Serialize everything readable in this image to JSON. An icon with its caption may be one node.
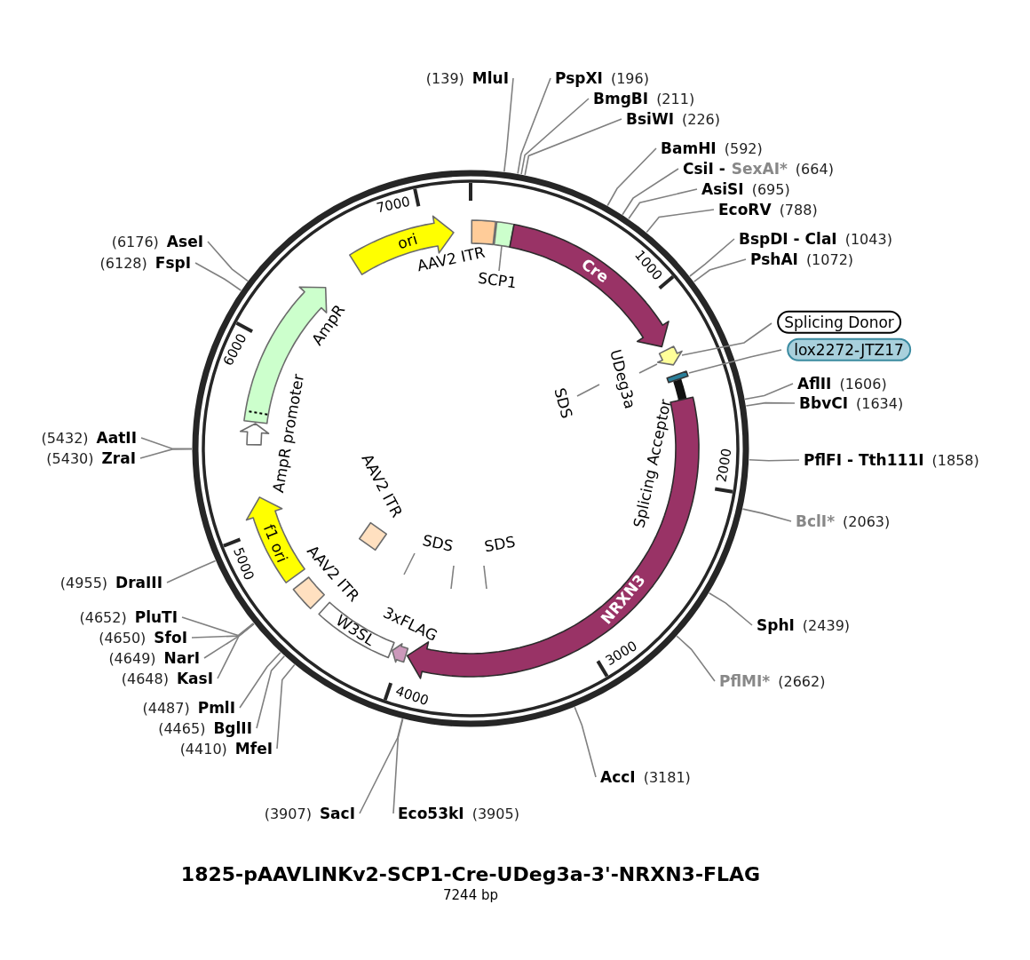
{
  "diagram": {
    "title": "1825-pAAVLINKv2-SCP1-Cre-UDeg3a-3'-NRXN3-FLAG",
    "caption": "7244 bp",
    "nodes": [
      {
        "text": [
          "ori"
        ]
      },
      {
        "text": [
          "AAV2 ITR"
        ]
      },
      {
        "text": [],
        "shape": "box"
      },
      {
        "text": [
          "SCP1"
        ]
      },
      {
        "text": [
          "Cre"
        ]
      },
      {
        "text": [],
        "shape": "arrow"
      },
      {
        "text": [
          "Splicing Donor"
        ]
      },
      {
        "text": [],
        "shape": "box"
      },
      {
        "text": [
          "lox2272-JTZ17"
        ]
      },
      {
        "text": [
          "UDeg3a"
        ]
      },
      {
        "text": [
          "SDS"
        ]
      },
      {
        "text": [
          "Splicing Acceptor"
        ]
      },
      {
        "text": [
          "NRXN3"
        ]
      },
      {
        "text": [
          "3xFLAG"
        ]
      },
      {
        "text": [
          "W3SL"
        ]
      },
      {
        "text": [
          "AAV2 ITR"
        ]
      },
      {
        "text": [
          "f1 ori"
        ]
      },
      {
        "text": [
          "AmpR promoter"
        ]
      },
      {
        "text": [
          "AmpR"
        ]
      },
      {
        "text": [
          "AAV2 ITR"
        ]
      },
      {
        "text": [
          "SDS"
        ]
      },
      {
        "text": [
          "SDS"
        ]
      },
      {
        "text": [
          "MluI"
        ],
        "beside": [
          "(139)"
        ]
      },
      {
        "text": [
          "PspXI"
        ],
        "beside": [
          "(196)"
        ]
      },
      {
        "text": [
          "BmgBI"
        ],
        "beside": [
          "(211)"
        ]
      },
      {
        "text": [
          "BsiWI"
        ],
        "beside": [
          "(226)"
        ]
      },
      {
        "text": [
          "BamHI"
        ],
        "beside": [
          "(592)"
        ]
      },
      {
        "text": [
          "CsiI -",
          "SexAI*"
        ],
        "beside": [
          "(664)"
        ]
      },
      {
        "text": [
          "AsiSI"
        ],
        "beside": [
          "(695)"
        ]
      },
      {
        "text": [
          "EcoRV"
        ],
        "beside": [
          "(788)"
        ]
      },
      {
        "text": [
          "BspDI - ClaI"
        ],
        "beside": [
          "(1043)"
        ]
      },
      {
        "text": [
          "PshAI"
        ],
        "beside": [
          "(1072)"
        ]
      },
      {
        "text": [
          "AflII"
        ],
        "beside": [
          "(1606)"
        ]
      },
      {
        "text": [
          "BbvCI"
        ],
        "beside": [
          "(1634)"
        ]
      },
      {
        "text": [
          "PflFI - Tth111I"
        ],
        "beside": [
          "(1858)"
        ]
      },
      {
        "text": [
          "BclI*"
        ],
        "beside": [
          "(2063)"
        ]
      },
      {
        "text": [
          "SphI"
        ],
        "beside": [
          "(2439)"
        ]
      },
      {
        "text": [
          "PflMI*"
        ],
        "beside": [
          "(2662)"
        ]
      },
      {
        "text": [
          "AccI"
        ],
        "beside": [
          "(3181)"
        ]
      },
      {
        "text": [
          "Eco53kI"
        ],
        "beside": [
          "(3905)"
        ]
      },
      {
        "text": [
          "SacI"
        ],
        "beside": [
          "(3907)"
        ]
      },
      {
        "text": [
          "MfeI"
        ],
        "beside": [
          "(4410)"
        ]
      },
      {
        "text": [
          "BglII"
        ],
        "beside": [
          "(4465)"
        ]
      },
      {
        "text": [
          "PmlI"
        ],
        "beside": [
          "(4487)"
        ]
      },
      {
        "text": [
          "KasI"
        ],
        "beside": [
          "(4648)"
        ]
      },
      {
        "text": [
          "NarI"
        ],
        "beside": [
          "(4649)"
        ]
      },
      {
        "text": [
          "SfoI"
        ],
        "beside": [
          "(4650)"
        ]
      },
      {
        "text": [
          "PluTI"
        ],
        "beside": [
          "(4652)"
        ]
      },
      {
        "text": [
          "DraIII"
        ],
        "beside": [
          "(4955)"
        ]
      },
      {
        "text": [
          "ZraI"
        ],
        "beside": [
          "(5430)"
        ]
      },
      {
        "text": [
          "AatII"
        ],
        "beside": [
          "(5432)"
        ]
      },
      {
        "text": [
          "FspI"
        ],
        "beside": [
          "(6128)"
        ]
      },
      {
        "text": [
          "AseI"
        ],
        "beside": [
          "(6176)"
        ]
      }
    ],
    "edges": [
      {
        "from": 3,
        "to": 2,
        "arrow": "none"
      },
      {
        "from": 6,
        "to": 5,
        "arrow": "none"
      },
      {
        "from": 8,
        "to": 7,
        "arrow": "none"
      },
      {
        "from": 9,
        "to": 5,
        "arrow": "none"
      },
      {
        "from": 10,
        "to": 9,
        "arrow": "none"
      },
      {
        "from": 20,
        "to": null,
        "arrow": "none"
      },
      {
        "from": 20,
        "to": null,
        "arrow": "none"
      },
      {
        "from": 21,
        "to": null,
        "arrow": "none"
      },
      {
        "from": 22,
        "to": null,
        "arrow": "none"
      },
      {
        "from": 23,
        "to": null,
        "arrow": "none"
      },
      {
        "from": 24,
        "to": null,
        "arrow": "none"
      },
      {
        "from": 25,
        "to": null,
        "arrow": "none"
      },
      {
        "from": 26,
        "to": null,
        "arrow": "none"
      },
      {
        "from": 27,
        "to": null,
        "arrow": "none"
      },
      {
        "from": 28,
        "to": null,
        "arrow": "none"
      },
      {
        "from": 29,
        "to": null,
        "arrow": "none"
      },
      {
        "from": 30,
        "to": null,
        "arrow": "none"
      },
      {
        "from": 31,
        "to": null,
        "arrow": "none"
      },
      {
        "from": 32,
        "to": null,
        "arrow": "none"
      },
      {
        "from": 33,
        "to": null,
        "arrow": "none"
      },
      {
        "from": 34,
        "to": null,
        "arrow": "none"
      },
      {
        "from": 35,
        "to": null,
        "arrow": "none"
      },
      {
        "from": 36,
        "to": null,
        "arrow": "none"
      },
      {
        "from": 37,
        "to": null,
        "arrow": "none"
      },
      {
        "from": 38,
        "to": null,
        "arrow": "none"
      },
      {
        "from": 39,
        "to": null,
        "arrow": "none"
      },
      {
        "from": 40,
        "to": null,
        "arrow": "none"
      },
      {
        "from": 41,
        "to": null,
        "arrow": "none"
      },
      {
        "from": 42,
        "to": null,
        "arrow": "none"
      },
      {
        "from": 43,
        "to": null,
        "arrow": "none"
      },
      {
        "from": 44,
        "to": null,
        "arrow": "none"
      },
      {
        "from": 45,
        "to": null,
        "arrow": "none"
      },
      {
        "from": 46,
        "to": null,
        "arrow": "none"
      },
      {
        "from": 47,
        "to": null,
        "arrow": "none"
      },
      {
        "from": 48,
        "to": null,
        "arrow": "none"
      },
      {
        "from": 49,
        "to": null,
        "arrow": "none"
      },
      {
        "from": 50,
        "to": null,
        "arrow": "none"
      },
      {
        "from": 51,
        "to": null,
        "arrow": "none"
      },
      {
        "from": 52,
        "to": null,
        "arrow": "none"
      }
    ],
    "labels": [
      "1000",
      "2000",
      "3000",
      "4000",
      "5000",
      "6000",
      "7000"
    ]
  }
}
